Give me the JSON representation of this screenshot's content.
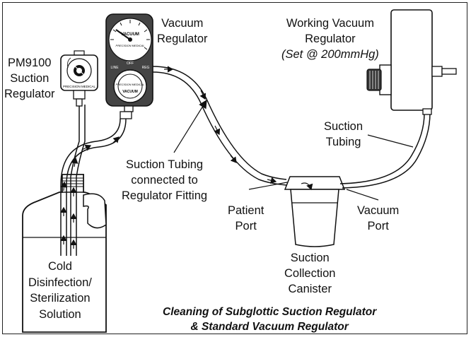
{
  "labels": {
    "pm9100": [
      "PM9100",
      "Suction",
      "Regulator"
    ],
    "vacuum_regulator": [
      "Vacuum",
      "Regulator"
    ],
    "working_vacuum": [
      "Working Vacuum",
      "Regulator"
    ],
    "working_vacuum_setting": "(Set @ 200mmHg)",
    "suction_tubing_right": [
      "Suction",
      "Tubing"
    ],
    "suction_tubing_connected": [
      "Suction Tubing",
      "connected to",
      "Regulator Fitting"
    ],
    "patient_port": [
      "Patient",
      "Port"
    ],
    "vacuum_port": [
      "Vacuum",
      "Port"
    ],
    "collection_canister": [
      "Suction",
      "Collection",
      "Canister"
    ],
    "solution": [
      "Cold",
      "Disinfection/",
      "Sterilization",
      "Solution"
    ]
  },
  "caption": [
    "Cleaning of Subglottic Suction Regulator",
    "& Standard Vacuum Regulator"
  ],
  "device_text": {
    "vacuum_face_brand": "VACUUM",
    "vacuum_face_sub": "PRECISION MEDICAL",
    "vacuum_knob_label": "VACUUM",
    "vacuum_knob_brand": "PRECISION MEDICAL",
    "line_label": "LINE",
    "off_label": "OFF",
    "reg_label": "REG",
    "pm_brand": "PRECISION MEDICAL"
  }
}
